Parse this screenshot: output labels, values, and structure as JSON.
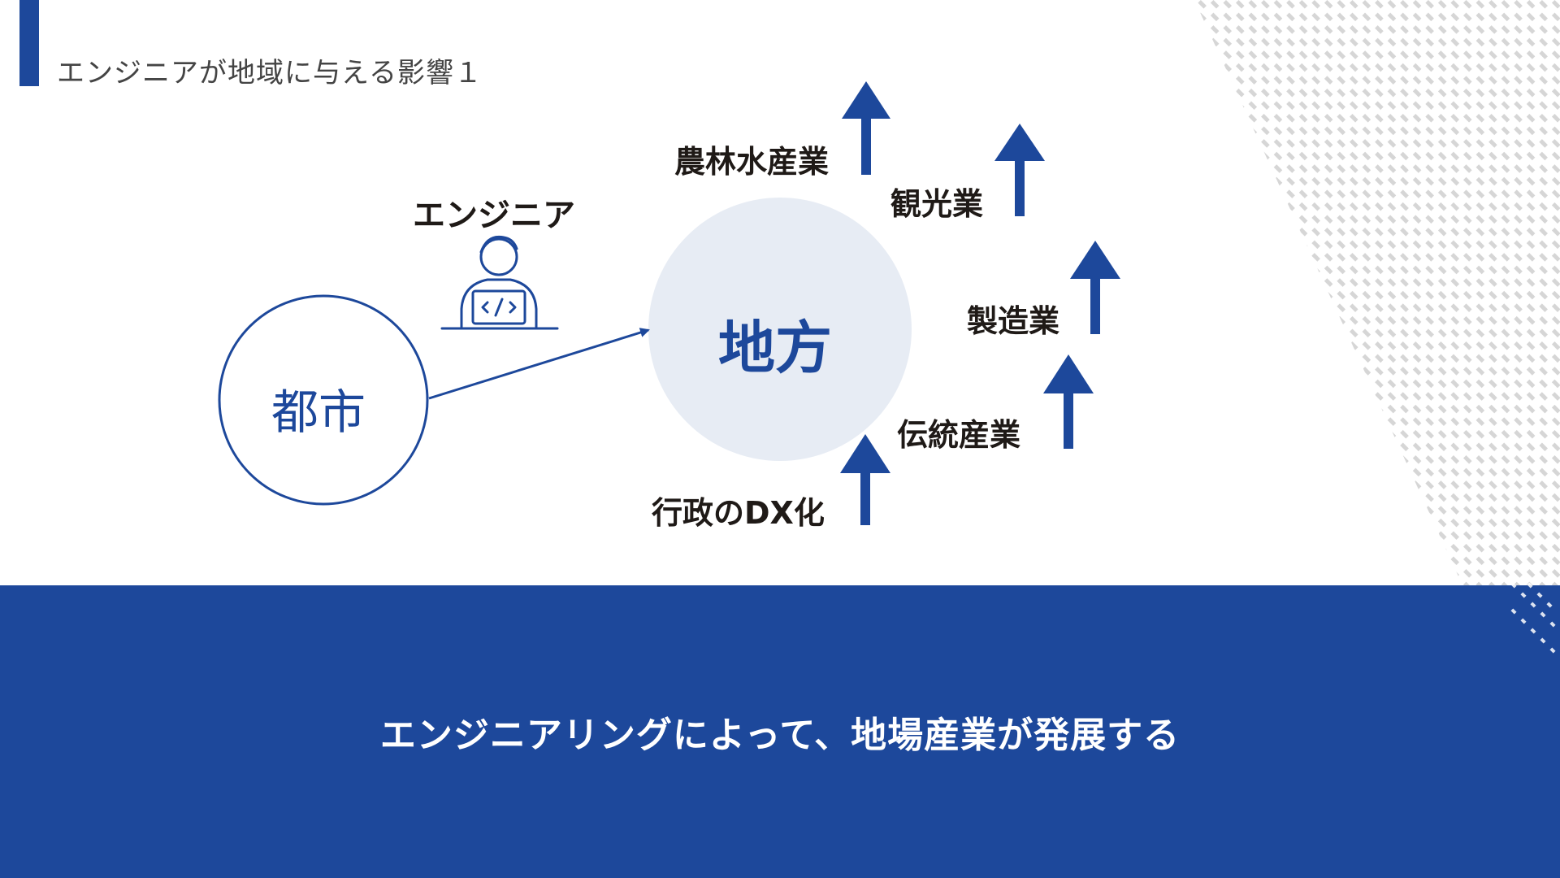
{
  "slide": {
    "title": "エンジニアが地域に与える影響１",
    "bottom_message": "エンジニアリングによって、地場産業が発展する"
  },
  "diagram": {
    "engineer_label": "エンジニア",
    "city_label": "都市",
    "region_label": "地方",
    "industries": [
      {
        "label": "農林水産業"
      },
      {
        "label": "観光業"
      },
      {
        "label": "製造業"
      },
      {
        "label": "伝統産業"
      },
      {
        "label": "行政のDX化"
      }
    ]
  },
  "colors": {
    "brand_blue": "#1d489b",
    "region_circle_fill": "#e7ecf4",
    "text_dark": "#1f1a17",
    "pattern_gray": "#d9d9d9"
  },
  "icons": [
    "engineer-laptop-icon",
    "up-arrow-icon"
  ]
}
